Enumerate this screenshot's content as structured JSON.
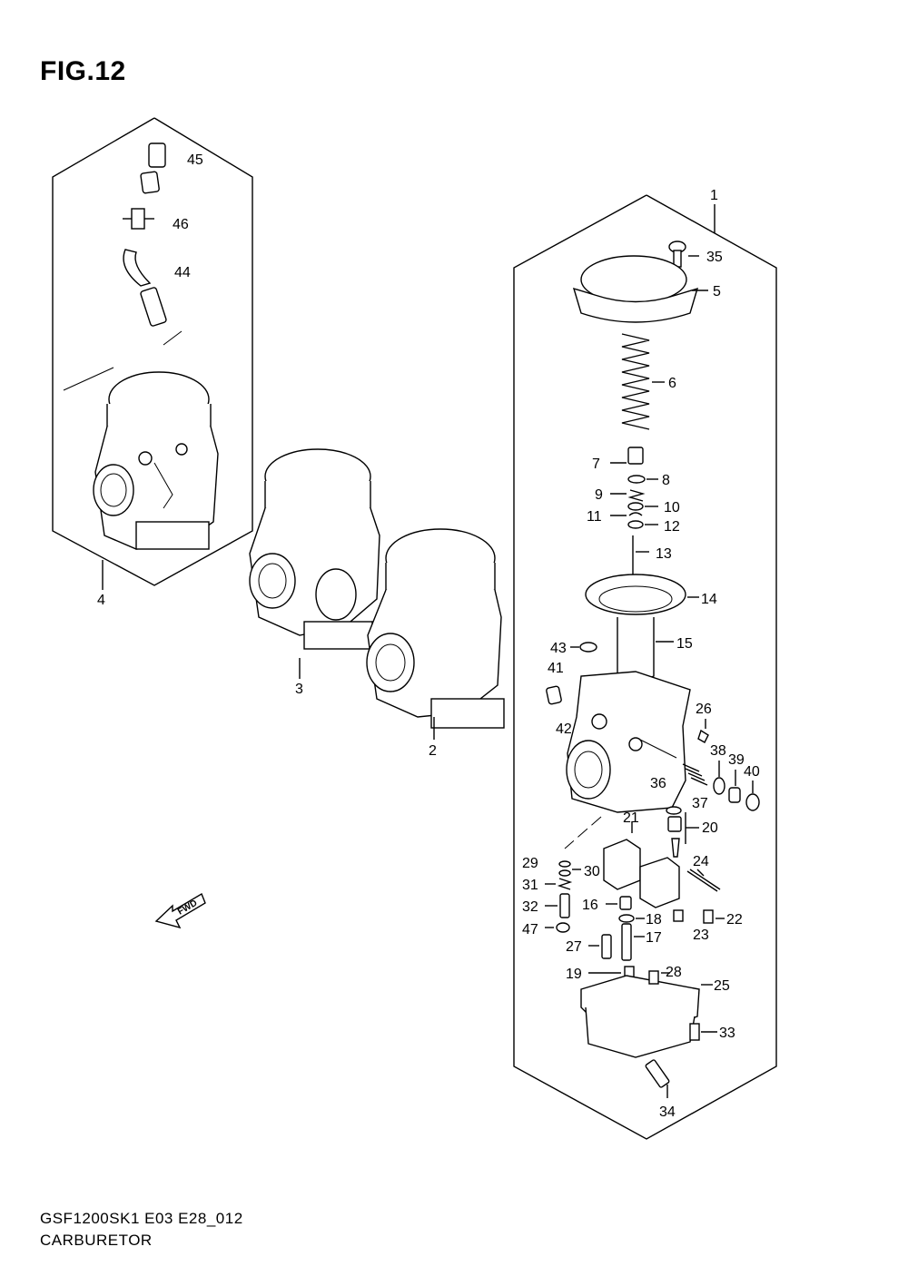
{
  "figure": {
    "title": "FIG.12",
    "code": "GSF1200SK1 E03 E28_012",
    "name": "CARBURETOR"
  },
  "icons": {
    "forward_arrow": "fwd-arrow-icon"
  },
  "fwd_label": "FWD",
  "callouts": {
    "c1": "1",
    "c2": "2",
    "c3": "3",
    "c4": "4",
    "c5": "5",
    "c6": "6",
    "c7": "7",
    "c8": "8",
    "c9": "9",
    "c10": "10",
    "c11": "11",
    "c12": "12",
    "c13": "13",
    "c14": "14",
    "c15": "15",
    "c16": "16",
    "c17": "17",
    "c18": "18",
    "c19": "19",
    "c20": "20",
    "c21": "21",
    "c22": "22",
    "c23": "23",
    "c24": "24",
    "c25": "25",
    "c26": "26",
    "c27": "27",
    "c28": "28",
    "c29": "29",
    "c30": "30",
    "c31": "31",
    "c32": "32",
    "c33": "33",
    "c34": "34",
    "c35": "35",
    "c36": "36",
    "c37": "37",
    "c38": "38",
    "c39": "39",
    "c40": "40",
    "c41": "41",
    "c42": "42",
    "c43": "43",
    "c44": "44",
    "c45": "45",
    "c46": "46",
    "c47": "47"
  }
}
